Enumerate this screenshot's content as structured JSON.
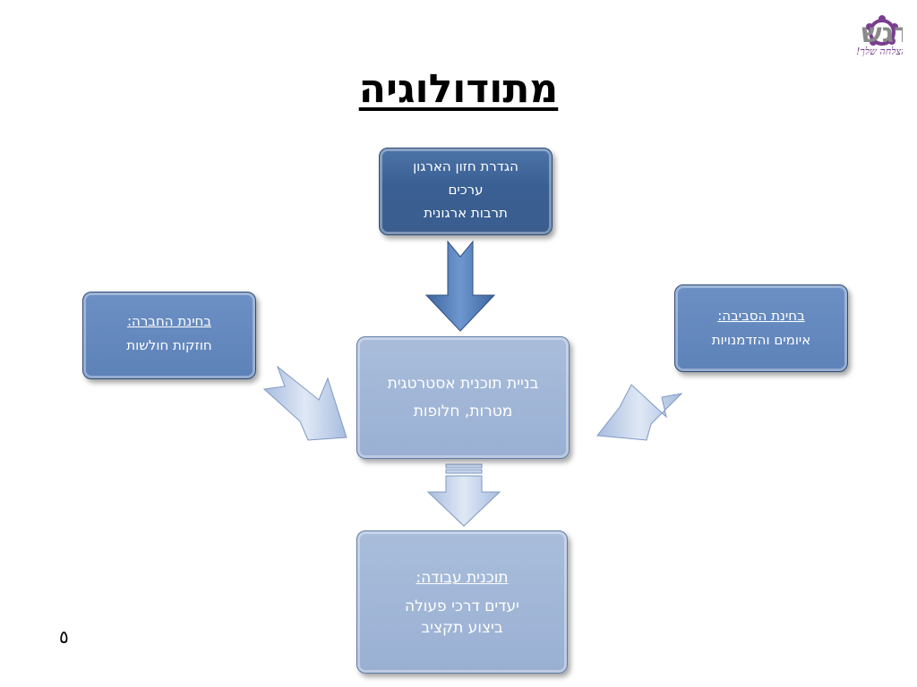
{
  "logo": {
    "name": "דגש",
    "tagline": "להצלחה שלך!",
    "colors": {
      "text": "#8a8a8a",
      "accent": "#7a3d8f",
      "tagline": "#7a3d8f"
    }
  },
  "title": "מתודולוגיה",
  "boxes": {
    "vision": {
      "lines": [
        "הגדרת חזון הארגון",
        "ערכים",
        "תרבות ארגונית"
      ]
    },
    "org": {
      "heading": "בחינת החברה:",
      "body": "חוזקות חולשות"
    },
    "env": {
      "heading": "בחינת הסביבה:",
      "body": "איומים והזדמנויות"
    },
    "strategy": {
      "lines": [
        "בניית תוכנית אסטרטגית",
        "מטרות, חלופות"
      ]
    },
    "workplan": {
      "heading": "תוכנית עבודה:",
      "lines": [
        "יעדים דרכי פעולה",
        "ביצוע תקציב"
      ]
    }
  },
  "slide_number": "٥",
  "colors": {
    "dark_box": "#3b6091",
    "medium_box": "#6386bb",
    "light_box": "#a3b8d8",
    "arrow_dark": "#4a78b4",
    "arrow_light": "#b6c7e4"
  }
}
